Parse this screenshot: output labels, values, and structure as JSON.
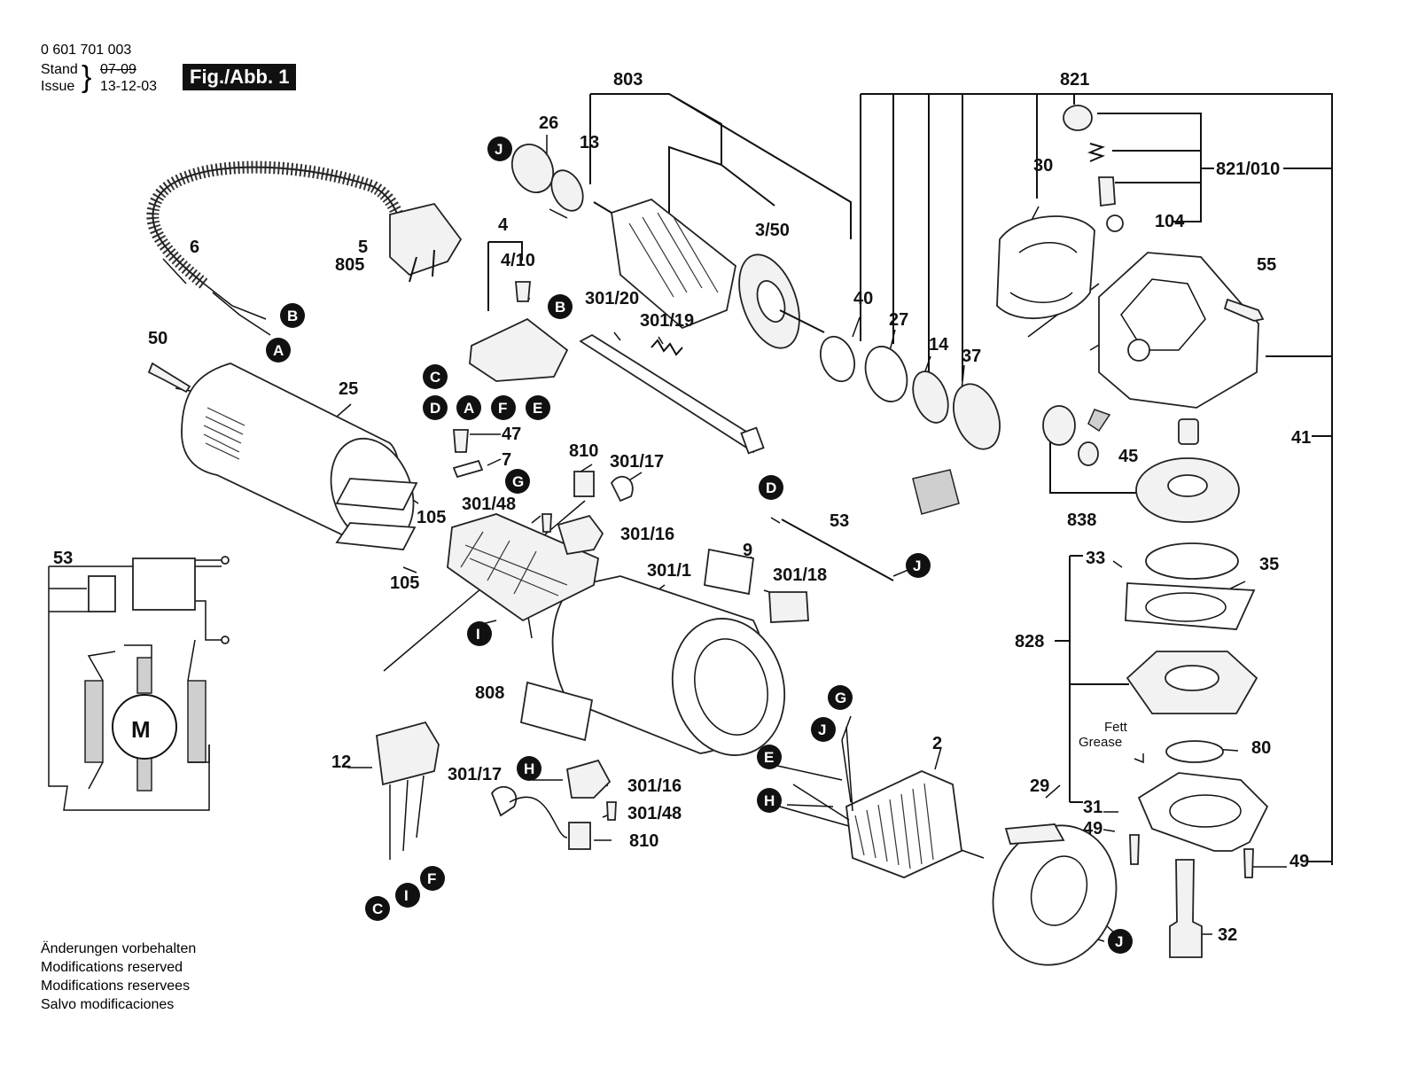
{
  "header": {
    "part_number": "0 601 701 003",
    "stand_label": "Stand",
    "stand_value": "07-09",
    "issue_label": "Issue",
    "issue_value": "13-12-03",
    "figure_tag": "Fig./Abb. 1"
  },
  "footer": {
    "lines": [
      "Änderungen vorbehalten",
      "Modifications reserved",
      "Modifications reservees",
      "Salvo modificaciones"
    ]
  },
  "part_labels": {
    "p803": "803",
    "p821": "821",
    "p26": "26",
    "p13": "13",
    "p30": "30",
    "p821_010": "821/010",
    "p104": "104",
    "p3_50": "3/50",
    "p4": "4",
    "p4_10": "4/10",
    "p6": "6",
    "p5": "5",
    "p805": "805",
    "p55": "55",
    "p301_20": "301/20",
    "p301_19": "301/19",
    "p40": "40",
    "p27": "27",
    "p14": "14",
    "p37": "37",
    "p50": "50",
    "p25": "25",
    "p47": "47",
    "p7": "7",
    "p810a": "810",
    "p301_17a": "301/17",
    "p45": "45",
    "p41": "41",
    "p838": "838",
    "p301_48a": "301/48",
    "p301_16a": "301/16",
    "p105a": "105",
    "p105b": "105",
    "p53a": "53",
    "p53b": "53",
    "p9": "9",
    "p301_1": "301/1",
    "p301_18": "301/18",
    "p33": "33",
    "p35": "35",
    "p828": "828",
    "p808": "808",
    "p80": "80",
    "p12": "12",
    "p2": "2",
    "p301_17b": "301/17",
    "p301_16b": "301/16",
    "p301_48b": "301/48",
    "p810b": "810",
    "p29": "29",
    "p31": "31",
    "p49a": "49",
    "p49b": "49",
    "p32": "32",
    "motor": "M",
    "fett": "Fett",
    "grease": "Grease"
  },
  "connectors": {
    "A": "A",
    "B": "B",
    "C": "C",
    "D": "D",
    "E": "E",
    "F": "F",
    "G": "G",
    "H": "H",
    "I": "I",
    "J": "J"
  }
}
